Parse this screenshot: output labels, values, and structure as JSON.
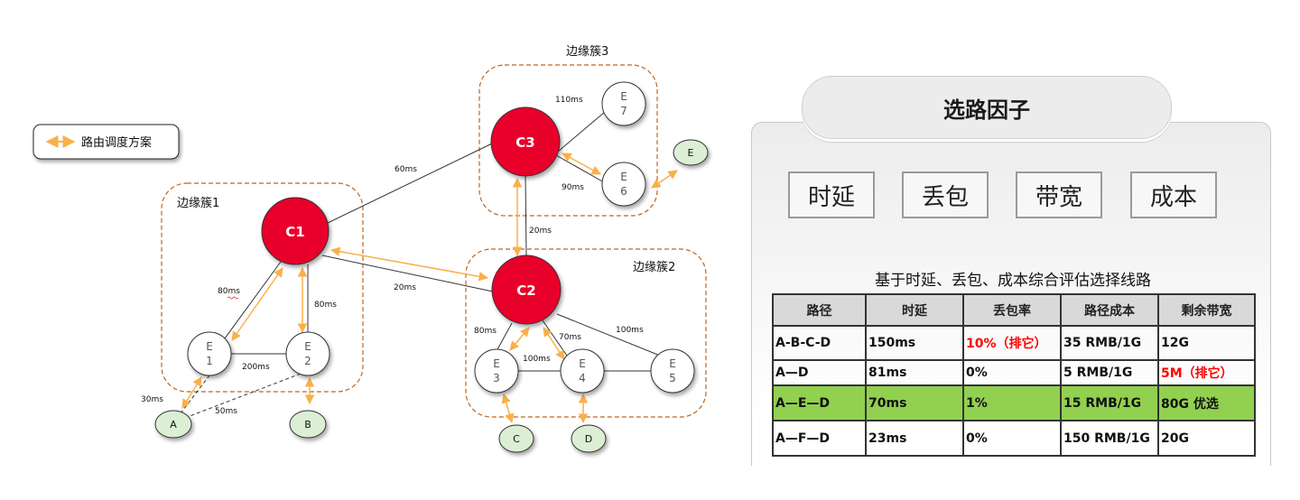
{
  "legend": {
    "icon": "double-arrow-icon",
    "label": "路由调度方案",
    "arrow_color": "#f9b04a"
  },
  "colors": {
    "core_fill": "#e8002a",
    "terminal_fill": "#dcefd4",
    "cluster_border": "#c0651b",
    "route_arrow": "#f9b04a",
    "highlight_row": "#92d050",
    "exclude_text": "#ff0000"
  },
  "clusters": [
    {
      "id": "cluster1",
      "label": "边缘簇1"
    },
    {
      "id": "cluster2",
      "label": "边缘簇2"
    },
    {
      "id": "cluster3",
      "label": "边缘簇3"
    }
  ],
  "core_nodes": [
    {
      "id": "C1",
      "label": "C1"
    },
    {
      "id": "C2",
      "label": "C2"
    },
    {
      "id": "C3",
      "label": "C3"
    }
  ],
  "edge_nodes": [
    {
      "id": "E1",
      "line1": "E",
      "line2": "1"
    },
    {
      "id": "E2",
      "line1": "E",
      "line2": "2"
    },
    {
      "id": "E3",
      "line1": "E",
      "line2": "3"
    },
    {
      "id": "E4",
      "line1": "E",
      "line2": "4"
    },
    {
      "id": "E5",
      "line1": "E",
      "line2": "5"
    },
    {
      "id": "E6",
      "line1": "E",
      "line2": "6"
    },
    {
      "id": "E7",
      "line1": "E",
      "line2": "7"
    }
  ],
  "terminals": [
    {
      "id": "A",
      "label": "A"
    },
    {
      "id": "B",
      "label": "B"
    },
    {
      "id": "C",
      "label": "C"
    },
    {
      "id": "D",
      "label": "D"
    },
    {
      "id": "E",
      "label": "E"
    }
  ],
  "links": [
    {
      "from": "C1",
      "to": "C3",
      "latency": "60ms"
    },
    {
      "from": "C1",
      "to": "C2",
      "latency": "20ms"
    },
    {
      "from": "C2",
      "to": "C3",
      "latency": "20ms"
    },
    {
      "from": "C1",
      "to": "E1",
      "latency": "80ms"
    },
    {
      "from": "C1",
      "to": "E2",
      "latency": "80ms"
    },
    {
      "from": "E1",
      "to": "E2",
      "latency": "200ms"
    },
    {
      "from": "A",
      "to": "E1",
      "latency": "30ms"
    },
    {
      "from": "A",
      "to": "E2",
      "latency": "50ms"
    },
    {
      "from": "C3",
      "to": "E7",
      "latency": "110ms"
    },
    {
      "from": "C3",
      "to": "E6",
      "latency": "90ms"
    },
    {
      "from": "C2",
      "to": "E3",
      "latency": "80ms"
    },
    {
      "from": "C2",
      "to": "E4",
      "latency": "70ms"
    },
    {
      "from": "C2",
      "to": "E5",
      "latency": "100ms"
    },
    {
      "from": "E3",
      "to": "E4",
      "latency": "100ms"
    }
  ],
  "panel": {
    "title": "选路因子",
    "factors": [
      "时延",
      "丢包",
      "带宽",
      "成本"
    ],
    "subtitle": "基于时延、丢包、成本综合评估选择线路",
    "table": {
      "headers": [
        "路径",
        "时延",
        "丢包率",
        "路径成本",
        "剩余带宽"
      ],
      "rows": [
        {
          "cells": [
            "A-B-C-D",
            "150ms",
            "10%（排它）",
            "35 RMB/1G",
            "12G"
          ],
          "excluded_col": 2,
          "highlight": false
        },
        {
          "cells": [
            "A—D",
            "81ms",
            "0%",
            "5 RMB/1G",
            "5M（排它）"
          ],
          "excluded_col": 4,
          "highlight": false
        },
        {
          "cells": [
            "A—E—D",
            "70ms",
            "1%",
            "15 RMB/1G",
            "80G 优选"
          ],
          "excluded_col": null,
          "highlight": true
        },
        {
          "cells": [
            "A—F—D",
            "23ms",
            "0%",
            "150 RMB/1G",
            "20G"
          ],
          "excluded_col": null,
          "highlight": false
        }
      ]
    }
  }
}
